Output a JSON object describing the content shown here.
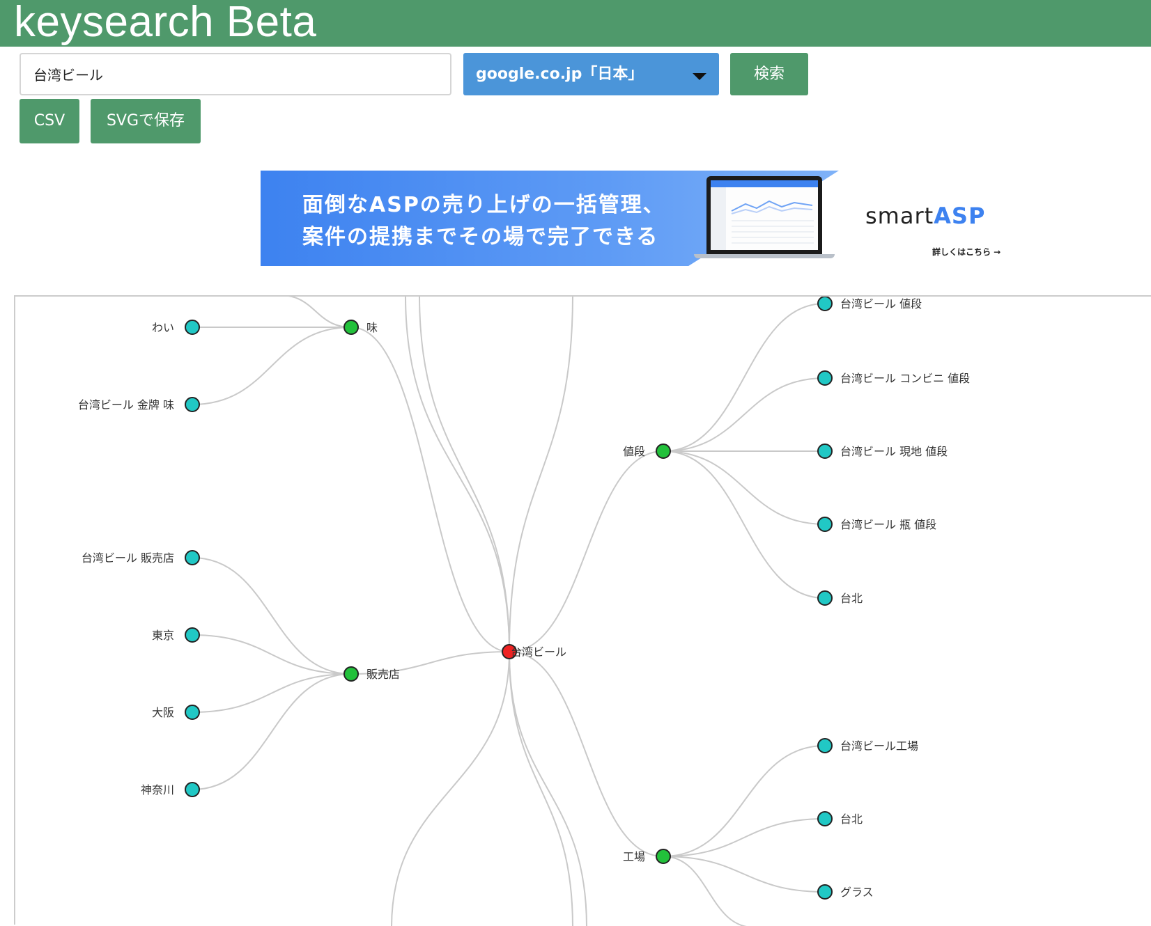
{
  "header": {
    "brand": "keysearch Beta"
  },
  "search": {
    "value": "台湾ビール"
  },
  "domain_select": {
    "selected": "google.co.jp「日本」"
  },
  "buttons": {
    "search": "検索",
    "csv": "CSV",
    "save_svg": "SVGで保存"
  },
  "banner": {
    "line1": "面倒なASPの売り上げの一括管理、",
    "line2": "案件の提携までその場で完了できる",
    "brand_prefix": "smart",
    "brand_accent": "ASP",
    "cta": "詳しくはこちら →"
  },
  "graph": {
    "root": {
      "label": "台湾ビール"
    },
    "groups": [
      {
        "label": "味"
      },
      {
        "label": "販売店"
      },
      {
        "label": "値段"
      },
      {
        "label": "工場"
      }
    ],
    "leaves": [
      {
        "label": "わい"
      },
      {
        "label": "台湾ビール 金牌 味"
      },
      {
        "label": "台湾ビール 販売店"
      },
      {
        "label": "東京"
      },
      {
        "label": "大阪"
      },
      {
        "label": "神奈川"
      },
      {
        "label": "台湾ビール 値段"
      },
      {
        "label": "台湾ビール コンビニ 値段"
      },
      {
        "label": "台湾ビール 現地 値段"
      },
      {
        "label": "台湾ビール 瓶 値段"
      },
      {
        "label": "台北"
      },
      {
        "label": "台湾ビール工場"
      },
      {
        "label": "台北"
      },
      {
        "label": "グラス"
      }
    ],
    "colors": {
      "root": "#ee2222",
      "group": "#22c13b",
      "leaf": "#21c8c5",
      "link": "#c9c9c9"
    }
  }
}
